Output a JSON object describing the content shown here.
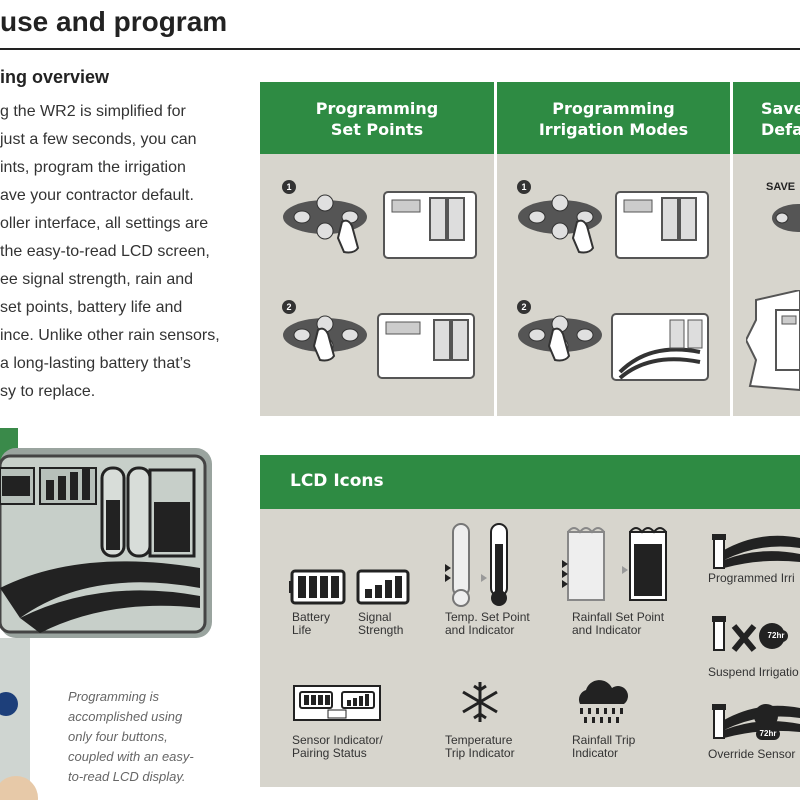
{
  "page": {
    "title": "use and program"
  },
  "overview": {
    "heading": "ing overview",
    "lines": [
      "g the WR2 is simplified for",
      " just a few seconds, you can",
      "ints, program the irrigation",
      "ave your contractor default.",
      "oller interface, all settings are",
      "the easy-to-read LCD screen,",
      "ee signal strength, rain and",
      "set points, battery life and",
      "ince. Unlike other rain sensors,",
      "a long-lasting battery that’s",
      "sy to replace."
    ]
  },
  "programming_panel": {
    "columns": [
      {
        "line1": "Programming",
        "line2": "Set Points"
      },
      {
        "line1": "Programming",
        "line2": "Irrigation Modes"
      },
      {
        "line1": "Save C",
        "line2": "Defau"
      }
    ],
    "steps": [
      "1",
      "2"
    ],
    "save_label": "SAVE"
  },
  "lcd_icons": {
    "heading": "LCD Icons",
    "items": [
      {
        "label": "Battery\nLife",
        "icon": "battery-icon"
      },
      {
        "label": "Signal\nStrength",
        "icon": "signal-strength-icon"
      },
      {
        "label": "Temp. Set Point\nand Indicator",
        "icon": "thermometer-icon"
      },
      {
        "label": "Rainfall Set Point\nand Indicator",
        "icon": "rain-gauge-icon"
      },
      {
        "label": "Programmed Irri",
        "icon": "sprinkler-spray-icon"
      },
      {
        "label": "Suspend Irrigatio",
        "icon": "suspend-irrigation-icon"
      },
      {
        "label": "Sensor Indicator/\nPairing Status",
        "icon": "sensor-pairing-icon"
      },
      {
        "label": "Temperature\nTrip Indicator",
        "icon": "snowflake-icon"
      },
      {
        "label": "Rainfall Trip\nIndicator",
        "icon": "rain-cloud-icon"
      },
      {
        "label": "Override Sensor",
        "icon": "override-sensor-icon"
      }
    ],
    "badge_72hr": "72hr"
  },
  "device": {
    "caption": [
      "Programming is",
      "accomplished using",
      "only four buttons,",
      "coupled with an easy-",
      "to-read LCD display."
    ]
  },
  "colors": {
    "green": "#2e8b43",
    "panel": "#d7d5cd",
    "text": "#333333"
  }
}
